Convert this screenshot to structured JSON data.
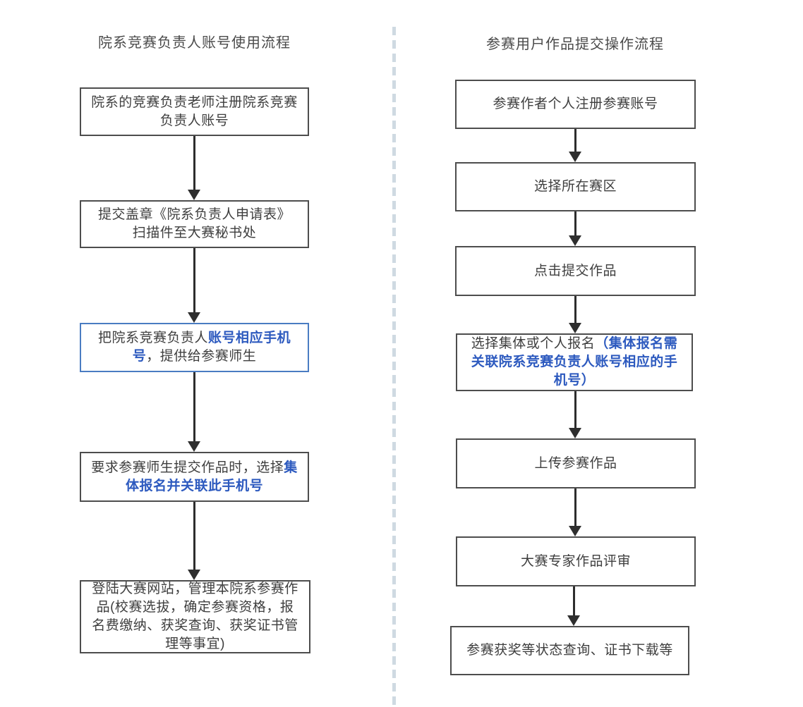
{
  "colors": {
    "box_border": "#4d4d4d",
    "blue_box_border": "#4a7cc2",
    "highlight_text": "#2d5abf",
    "body_text": "#3e3e3e",
    "title_text": "#4a4a4a",
    "arrow": "#2e2e2e",
    "divider": "#cfdae2",
    "background": "#ffffff"
  },
  "left_flow": {
    "title": "院系竞赛负责人账号使用流程",
    "steps": [
      {
        "text": "院系的竞赛负责老师注册院系竞赛负责人账号"
      },
      {
        "text": "提交盖章《院系负责人申请表》 扫描件至大赛秘书处"
      },
      {
        "pre": "把院系竞赛负责人",
        "highlight": "账号相应手机号",
        "post": "，提供给参赛师生"
      },
      {
        "pre": "要求参赛师生提交作品时，选择",
        "highlight": "集体报名并关联此手机号",
        "post": ""
      },
      {
        "text": "登陆大赛网站，管理本院系参赛作品(校赛选拔，确定参赛资格，报名费缴纳、获奖查询、获奖证书管理等事宜)"
      }
    ]
  },
  "right_flow": {
    "title": "参赛用户作品提交操作流程",
    "steps": [
      {
        "text": "参赛作者个人注册参赛账号"
      },
      {
        "text": "选择所在赛区"
      },
      {
        "text": "点击提交作品"
      },
      {
        "pre": "选择集体或个人报名",
        "highlight": "（集体报名需关联院系竞赛负责人账号相应的手机号）",
        "post": ""
      },
      {
        "text": "上传参赛作品"
      },
      {
        "text": "大赛专家作品评审"
      },
      {
        "text": "参赛获奖等状态查询、证书下载等"
      }
    ]
  }
}
